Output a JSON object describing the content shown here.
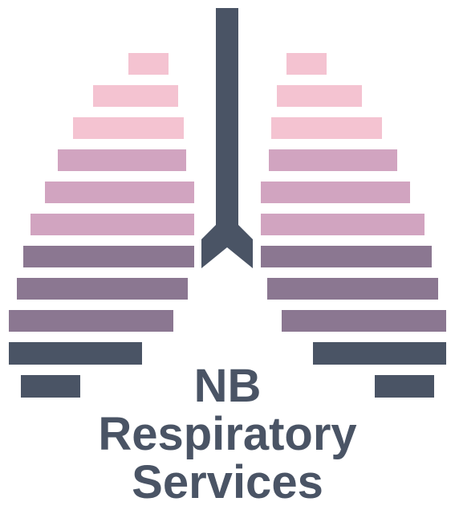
{
  "brand": {
    "line1": "NB",
    "line2": "Respiratory",
    "line3": "Services"
  },
  "colors": {
    "dark": "#4a5465",
    "pink_light": "#f4c3d1",
    "pink_mid": "#d1a4c0",
    "mauve": "#8b7791",
    "white": "#ffffff"
  },
  "icon": "lungs-logo-icon"
}
